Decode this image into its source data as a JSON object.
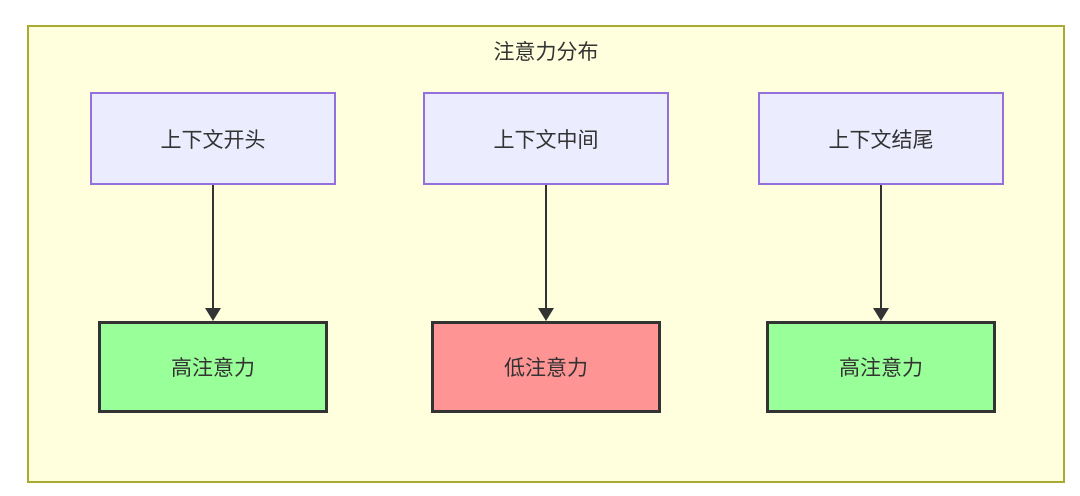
{
  "diagram": {
    "title": "注意力分布",
    "type": "flowchart-top-down",
    "colors": {
      "canvas_background": "#ffffde",
      "canvas_border": "#aaaa33",
      "context_node_fill": "#ececff",
      "context_node_border": "#9370db",
      "high_attention_fill": "#99ff99",
      "low_attention_fill": "#ff9494",
      "attention_node_border": "#333333",
      "arrow": "#333333",
      "text": "#333333"
    },
    "columns": [
      {
        "top": {
          "label": "上下文开头"
        },
        "bottom": {
          "label": "高注意力",
          "level": "high"
        }
      },
      {
        "top": {
          "label": "上下文中间"
        },
        "bottom": {
          "label": "低注意力",
          "level": "low"
        }
      },
      {
        "top": {
          "label": "上下文结尾"
        },
        "bottom": {
          "label": "高注意力",
          "level": "high"
        }
      }
    ]
  }
}
